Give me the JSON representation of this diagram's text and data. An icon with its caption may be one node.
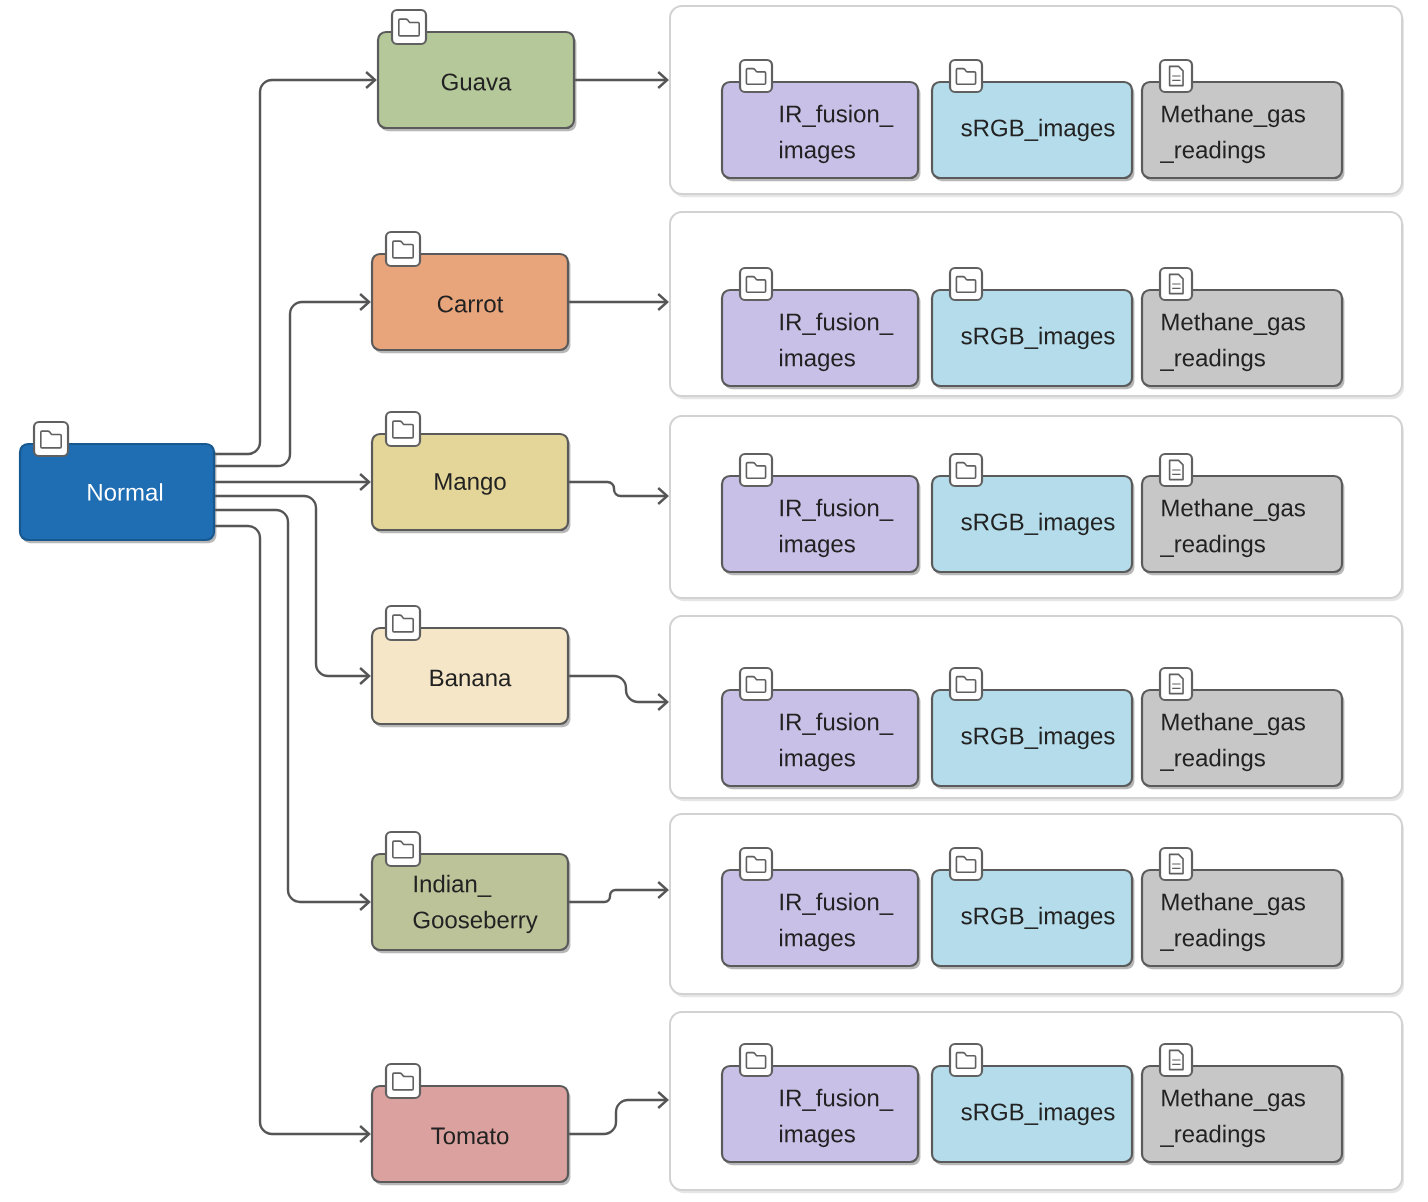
{
  "diagram": {
    "nodes": [
      {
        "text": [
          "Normal"
        ]
      },
      {
        "text": [
          "Guava"
        ]
      },
      {
        "text": [],
        "shape": "box"
      },
      {
        "text": [
          "IR_fusion_ images"
        ],
        "in": 2
      },
      {
        "text": [
          "sRGB_images"
        ],
        "in": 2
      },
      {
        "text": [
          "Methane_gas _readings"
        ],
        "in": 2
      },
      {
        "text": [
          "Carrot"
        ]
      },
      {
        "text": [],
        "shape": "box"
      },
      {
        "text": [
          "IR_fusion_ images"
        ],
        "in": 7
      },
      {
        "text": [
          "sRGB_images"
        ],
        "in": 7
      },
      {
        "text": [
          "Methane_gas _readings"
        ],
        "in": 7
      },
      {
        "text": [
          "Mango"
        ]
      },
      {
        "text": [],
        "shape": "box"
      },
      {
        "text": [
          "IR_fusion_ images"
        ],
        "in": 12
      },
      {
        "text": [
          "sRGB_images"
        ],
        "in": 12
      },
      {
        "text": [
          "Methane_gas _readings"
        ],
        "in": 12
      },
      {
        "text": [
          "Banana"
        ]
      },
      {
        "text": [],
        "shape": "box"
      },
      {
        "text": [
          "IR_fusion_ images"
        ],
        "in": 17
      },
      {
        "text": [
          "sRGB_images"
        ],
        "in": 17
      },
      {
        "text": [
          "Methane_gas _readings"
        ],
        "in": 17
      },
      {
        "text": [
          "Indian_ Gooseberry"
        ]
      },
      {
        "text": [],
        "shape": "box"
      },
      {
        "text": [
          "IR_fusion_ images"
        ],
        "in": 22
      },
      {
        "text": [
          "sRGB_images"
        ],
        "in": 22
      },
      {
        "text": [
          "Methane_gas _readings"
        ],
        "in": 22
      },
      {
        "text": [
          "Tomato"
        ]
      },
      {
        "text": [],
        "shape": "box"
      },
      {
        "text": [
          "IR_fusion_ images"
        ],
        "in": 27
      },
      {
        "text": [
          "sRGB_images"
        ],
        "in": 27
      },
      {
        "text": [
          "Methane_gas _readings"
        ],
        "in": 27
      }
    ],
    "edges": [
      {
        "from": 0,
        "to": 1,
        "arrow": "to"
      },
      {
        "from": 1,
        "to": 2,
        "arrow": "to"
      },
      {
        "from": 0,
        "to": 6,
        "arrow": "to"
      },
      {
        "from": 6,
        "to": 7,
        "arrow": "to"
      },
      {
        "from": 0,
        "to": 11,
        "arrow": "to"
      },
      {
        "from": 11,
        "to": 12,
        "arrow": "to"
      },
      {
        "from": 0,
        "to": 16,
        "arrow": "to"
      },
      {
        "from": 16,
        "to": 17,
        "arrow": "to"
      },
      {
        "from": 0,
        "to": 21,
        "arrow": "to"
      },
      {
        "from": 21,
        "to": 22,
        "arrow": "to"
      },
      {
        "from": 0,
        "to": 26,
        "arrow": "to"
      },
      {
        "from": 26,
        "to": 27,
        "arrow": "to"
      }
    ]
  }
}
